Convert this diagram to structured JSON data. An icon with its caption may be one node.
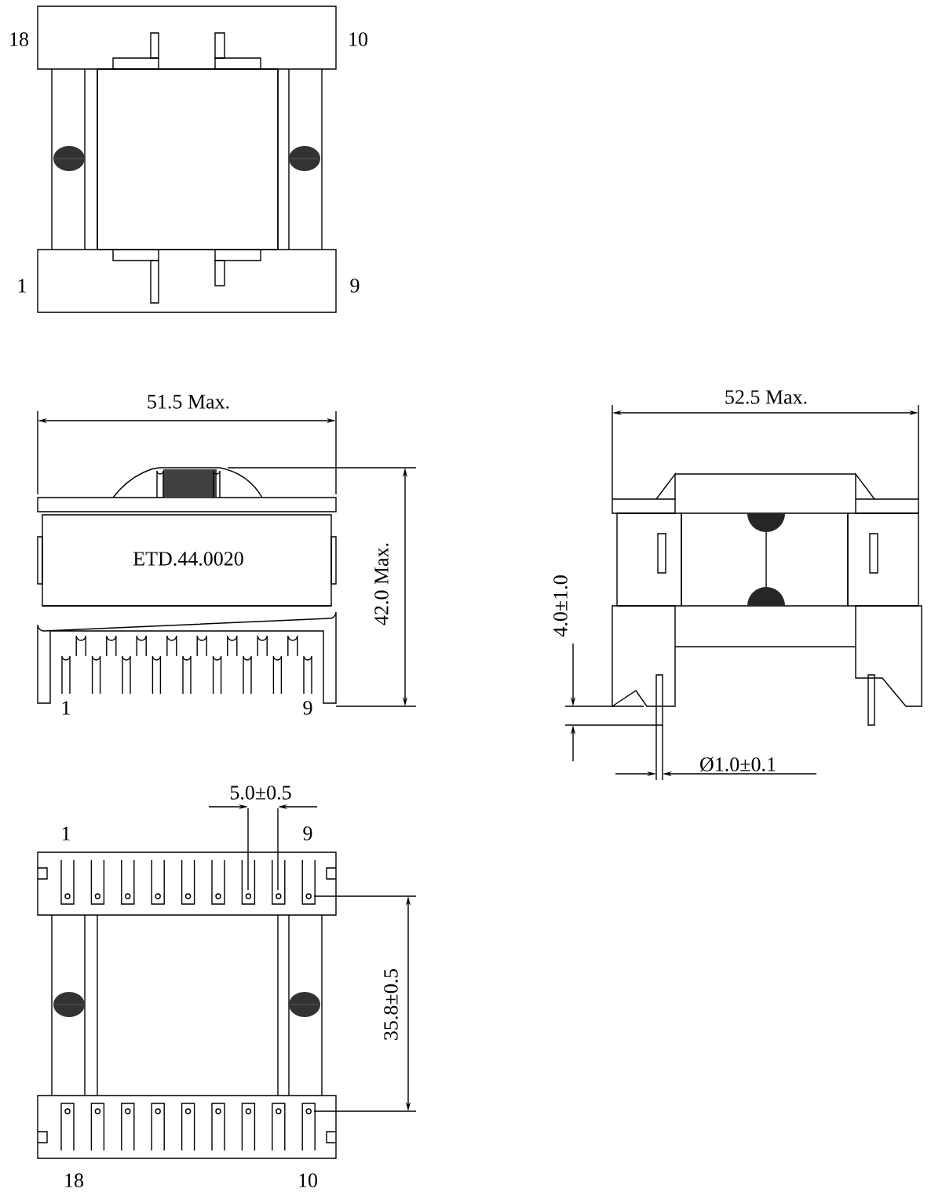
{
  "diagram": {
    "labels": [
      "18",
      "10",
      "1",
      "9",
      "51.5 Max.",
      "52.5 Max.",
      "ETD.44.0020",
      "42.0 Max.",
      "4.0±1.0",
      "1",
      "9",
      "Ø1.0±0.1",
      "5.0±0.5",
      "1",
      "9",
      "35.8±0.5",
      "18",
      "10"
    ]
  }
}
